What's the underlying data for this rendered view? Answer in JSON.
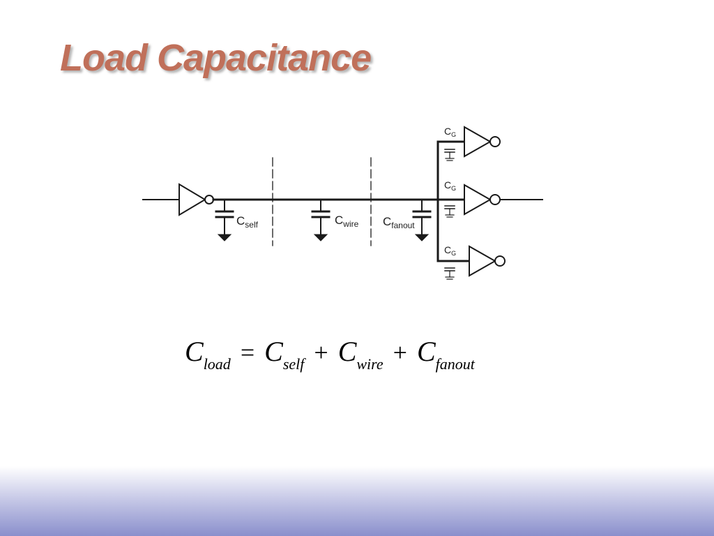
{
  "slide": {
    "title": "Load Capacitance"
  },
  "diagram": {
    "labels": {
      "c_self_base": "C",
      "c_self_sub": "self",
      "c_wire_base": "C",
      "c_wire_sub": "wire",
      "c_fanout_base": "C",
      "c_fanout_sub": "fanout",
      "cg_base": "C",
      "cg_sub": "G"
    }
  },
  "equation": {
    "lhs_base": "C",
    "lhs_sub": "load",
    "eq": "=",
    "t1_base": "C",
    "t1_sub": "self",
    "plus1": "+",
    "t2_base": "C",
    "t2_sub": "wire",
    "plus2": "+",
    "t3_base": "C",
    "t3_sub": "fanout"
  },
  "colors": {
    "title": "#c0705a",
    "footer_gradient_end": "#8a8fcc"
  }
}
